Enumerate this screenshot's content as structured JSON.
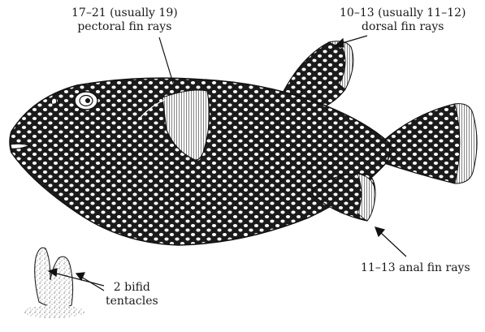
{
  "labels": {
    "pectoral_line1": "17–21 (usually 19)",
    "pectoral_line2": "pectoral fin rays",
    "dorsal_line1": "10–13 (usually 11–12)",
    "dorsal_line2": "dorsal fin rays",
    "anal": "11–13 anal fin rays",
    "tentacle_line1": "2 bifid",
    "tentacle_line2": "tentacles"
  },
  "colors": {
    "ink": "#1a1a1a",
    "paper": "#ffffff"
  }
}
